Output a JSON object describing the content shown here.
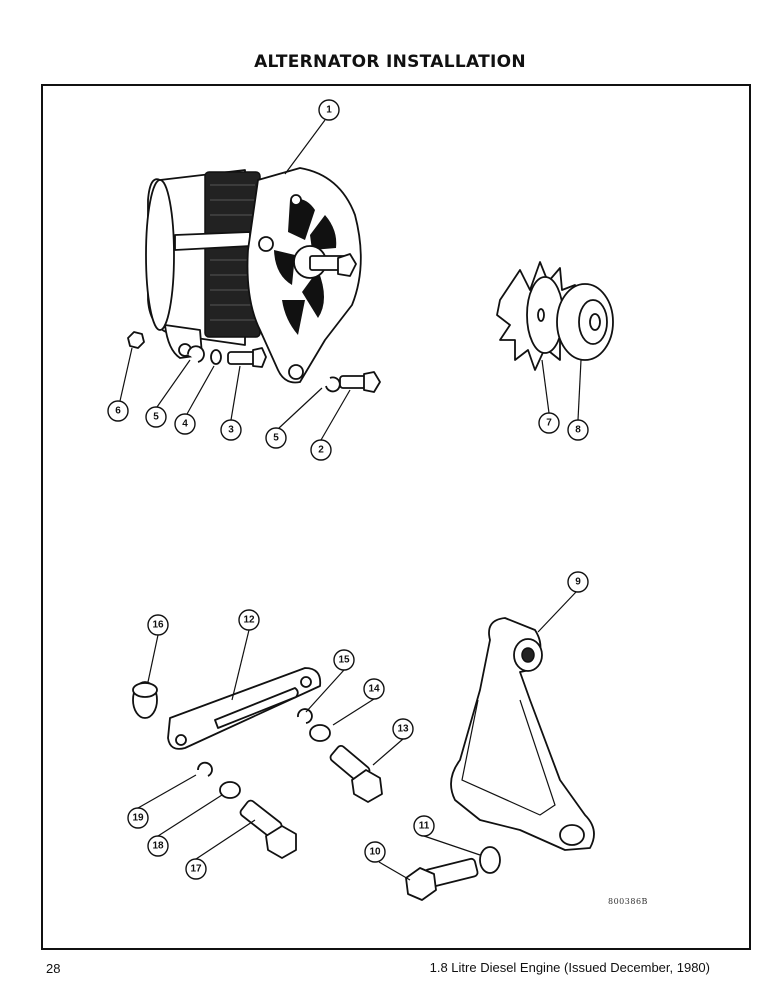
{
  "header": {
    "title": "ALTERNATOR INSTALLATION"
  },
  "figure": {
    "reference_code": "800386B",
    "callouts": [
      "1",
      "2",
      "3",
      "4",
      "5",
      "5",
      "6",
      "7",
      "8",
      "9",
      "10",
      "11",
      "12",
      "13",
      "14",
      "15",
      "16",
      "17",
      "18",
      "19"
    ]
  },
  "footer": {
    "page_number": "28",
    "document_title": "1.8 Litre Diesel Engine (Issued December, 1980)"
  }
}
